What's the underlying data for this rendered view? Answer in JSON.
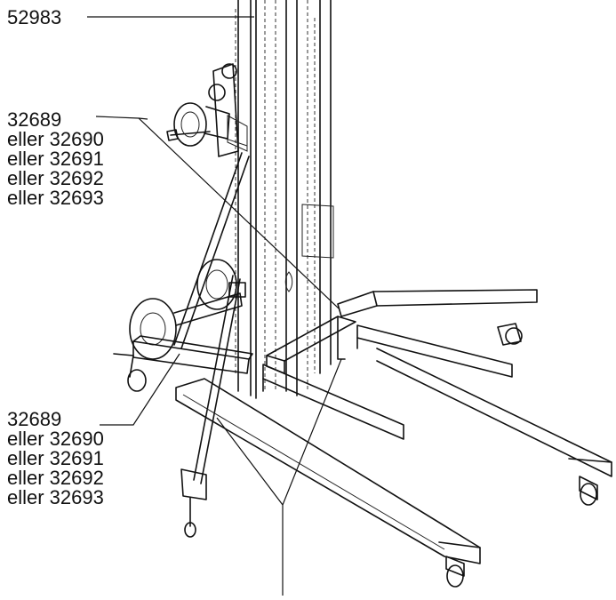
{
  "callouts": {
    "mast": {
      "lines": [
        "52983"
      ]
    },
    "upper_leg": {
      "lines": [
        "32689",
        "eller 32690",
        "eller 32691",
        "eller 32692",
        "eller 32693"
      ]
    },
    "lower_leg": {
      "lines": [
        "32689",
        "eller 32690",
        "eller 32691",
        "eller 32692",
        "eller 32693"
      ]
    }
  },
  "colors": {
    "ink": "#111111",
    "paper": "#ffffff"
  }
}
